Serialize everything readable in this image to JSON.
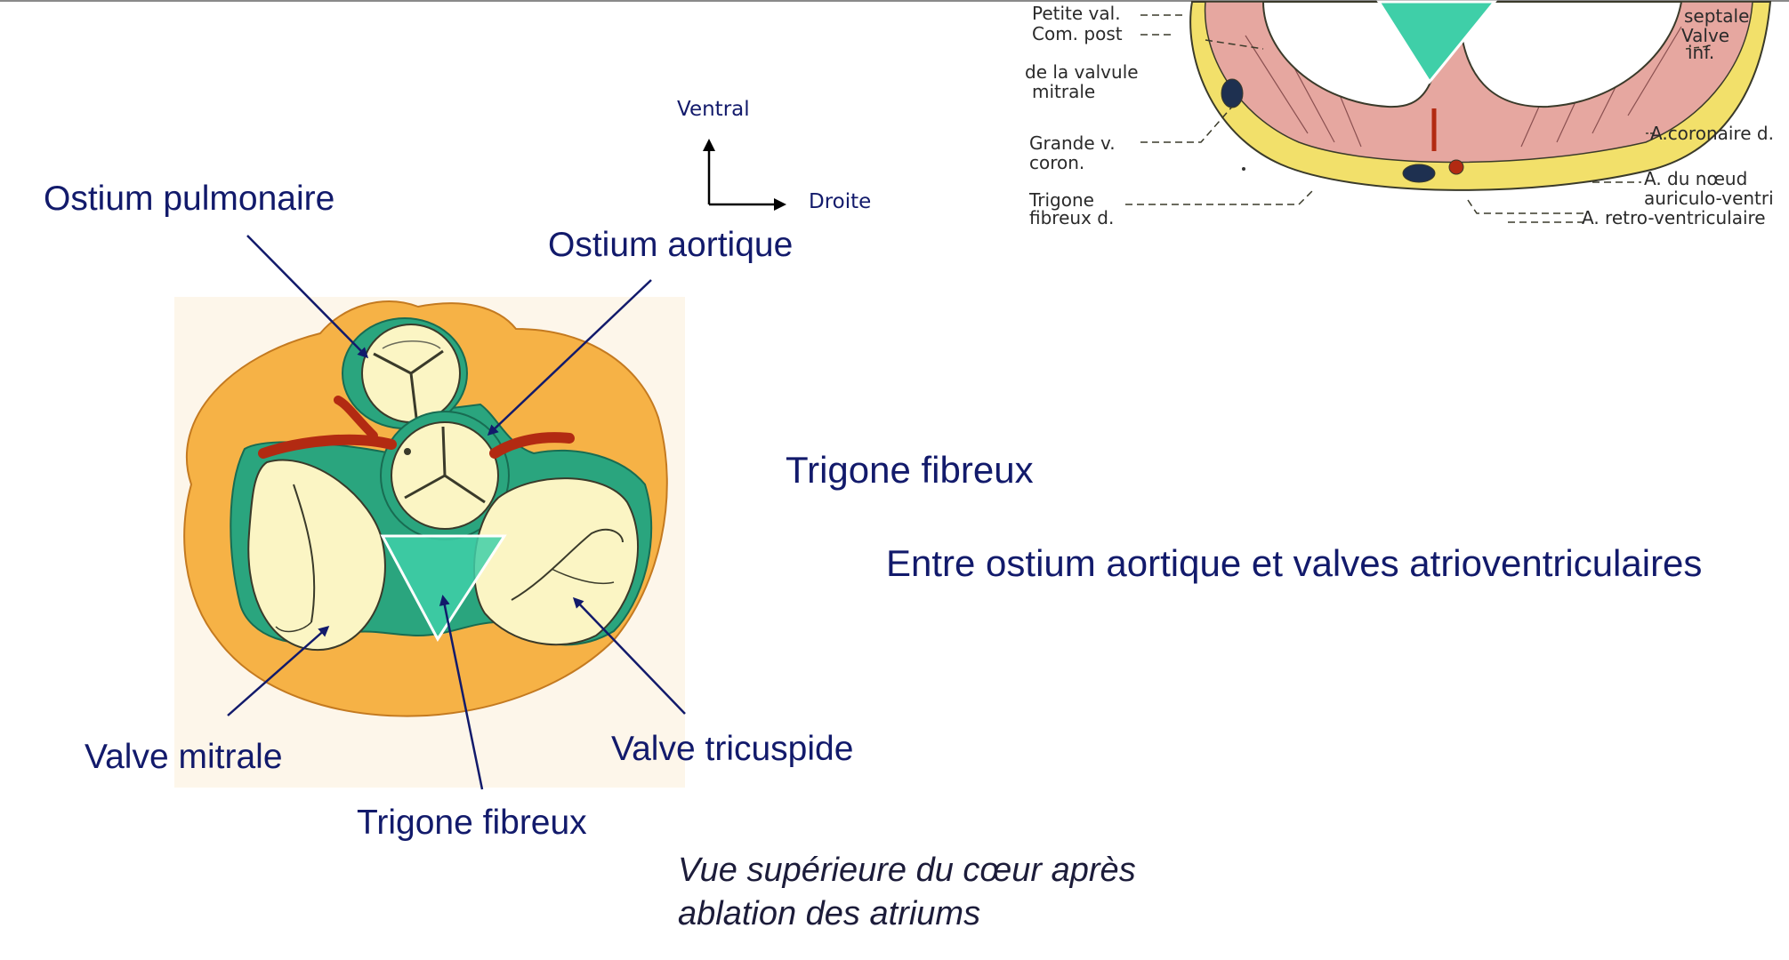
{
  "orientation": {
    "up": "Ventral",
    "right": "Droite"
  },
  "labels": {
    "ostium_pulmonaire": "Ostium pulmonaire",
    "ostium_aortique": "Ostium aortique",
    "valve_mitrale": "Valve mitrale",
    "trigone_fibreux": "Trigone fibreux",
    "valve_tricuspide": "Valve tricuspide"
  },
  "main": {
    "heading": "Trigone fibreux",
    "description": "Entre ostium aortique et valves atrioventriculaires"
  },
  "caption": {
    "line1": "Vue supérieure du cœur après",
    "line2": "ablation des atriums"
  },
  "inset_labels": {
    "petite_val": "Petite val.",
    "com_post": "Com. post",
    "de_la": "de la valvule",
    "mitrale": "mitrale",
    "grande_v": "Grande v.",
    "coron": "coron.",
    "trigone": "Trigone",
    "fibreux_d": "fibreux d.",
    "septale": "septale",
    "valve": "Valve",
    "inf": "inf.",
    "a_coronaire": "A.coronaire d.",
    "a_du_noeud": "A. du nœud",
    "auriculo": "auriculo-ventri",
    "a_retro": "A. retro-ventriculaire"
  },
  "colors": {
    "text": "#121a6b",
    "fibrous_green": "#2aa57e",
    "trigone_highlight": "#3fcfa8",
    "valve_cream": "#fbf5c4",
    "myocardium_orange": "#f6b246",
    "coronary_red": "#b22a12"
  }
}
